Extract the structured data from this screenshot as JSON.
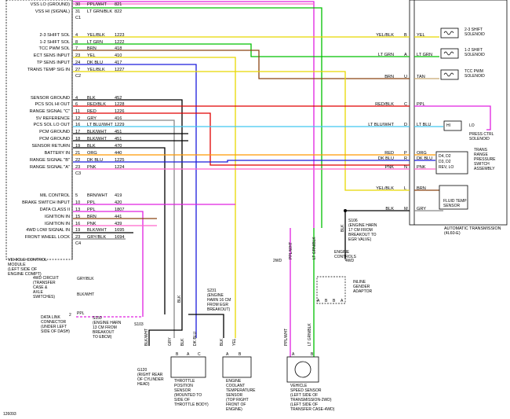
{
  "figure_id": "126093",
  "vcm": {
    "pins_top": [
      {
        "label": "VSS LO (GROUND)",
        "pin": "30",
        "wire": "PPL/WHT",
        "circuit": "821"
      },
      {
        "label": "VSS HI (SIGNAL)",
        "pin": "31",
        "wire": "LT GRN/BLK",
        "circuit": "822"
      }
    ],
    "conn_c1": "C1",
    "pins_c2": [
      {
        "label": "2-3 SHIFT SOL",
        "pin": "4",
        "wire": "YEL/BLK",
        "circuit": "1223"
      },
      {
        "label": "1-2 SHIFT SOL",
        "pin": "8",
        "wire": "LT GRN",
        "circuit": "1222"
      },
      {
        "label": "TCC PWM SOL",
        "pin": "7",
        "wire": "BRN",
        "circuit": "418"
      },
      {
        "label": "ECT SENS INPUT",
        "pin": "23",
        "wire": "YEL",
        "circuit": "410"
      },
      {
        "label": "TP SENS INPUT",
        "pin": "24",
        "wire": "DK BLU",
        "circuit": "417"
      },
      {
        "label": "TRANS TEMP SIG IN",
        "pin": "27",
        "wire": "YEL/BLK",
        "circuit": "1227"
      }
    ],
    "conn_c2": "C2",
    "pins_c3": [
      {
        "label": "SENSOR GROUND",
        "pin": "4",
        "wire": "BLK",
        "circuit": "452"
      },
      {
        "label": "PCS SOL HI OUT",
        "pin": "6",
        "wire": "RED/BLK",
        "circuit": "1228"
      },
      {
        "label": "RANGE SIGNAL \"C\"",
        "pin": "11",
        "wire": "RED",
        "circuit": "1226"
      },
      {
        "label": "5V REFERENCE",
        "pin": "12",
        "wire": "GRY",
        "circuit": "416"
      },
      {
        "label": "PCS SOL LO OUT",
        "pin": "16",
        "wire": "LT BLU/WHT",
        "circuit": "1229"
      },
      {
        "label": "PCM GROUND",
        "pin": "17",
        "wire": "BLK/WHT",
        "circuit": "451"
      },
      {
        "label": "PCM GROUND",
        "pin": "18",
        "wire": "BLK/WHT",
        "circuit": "451"
      },
      {
        "label": "SENSOR RETURN",
        "pin": "19",
        "wire": "BLK",
        "circuit": "470"
      },
      {
        "label": "BATTERY IN",
        "pin": "21",
        "wire": "ORG",
        "circuit": "440"
      },
      {
        "label": "RANGE SIGNAL \"B\"",
        "pin": "22",
        "wire": "DK BLU",
        "circuit": "1225"
      },
      {
        "label": "RANGE SIGNAL \"A\"",
        "pin": "23",
        "wire": "PNK",
        "circuit": "1224"
      }
    ],
    "conn_c3": "C3",
    "pins_c4": [
      {
        "label": "MIL CONTROL",
        "pin": "5",
        "wire": "BRN/WHT",
        "circuit": "419"
      },
      {
        "label": "BRAKE SWITCH INPUT",
        "pin": "10",
        "wire": "PPL",
        "circuit": "420"
      },
      {
        "label": "DATA CLASS II",
        "pin": "13",
        "wire": "PPL",
        "circuit": "1807"
      },
      {
        "label": "IGNITION IN",
        "pin": "15",
        "wire": "BRN",
        "circuit": "441"
      },
      {
        "label": "IGNITION IN",
        "pin": "16",
        "wire": "PNK",
        "circuit": "439"
      },
      {
        "label": "4WD LOW SIGNAL IN",
        "pin": "19",
        "wire": "BLK/WHT",
        "circuit": "1695"
      },
      {
        "label": "FRONT WHEEL LOCK",
        "pin": "23",
        "wire": "GRY/BLK",
        "circuit": "1694"
      }
    ],
    "conn_c4": "C4",
    "caption": [
      "VEHICLE CONTROL",
      "MODULE",
      "(LEFT SIDE OF",
      "ENGINE COMPT)"
    ]
  },
  "transmission": {
    "caption": [
      "AUTOMATIC TRANSMISSION",
      "(4L60-E)"
    ],
    "pins": [
      {
        "pin": "B",
        "left_wire": "YEL/BLK",
        "right_wire": "YEL"
      },
      {
        "pin": "A",
        "left_wire": "LT GRN",
        "right_wire": "LT GRN"
      },
      {
        "pin": "U",
        "left_wire": "BRN",
        "right_wire": "TAN"
      },
      {
        "pin": "C",
        "left_wire": "RED/BLK",
        "right_wire": "PPL"
      },
      {
        "pin": "D",
        "left_wire": "LT BLU/WHT",
        "right_wire": "LT BLU"
      },
      {
        "pin": "P",
        "left_wire": "RED",
        "right_wire": "ORG"
      },
      {
        "pin": "R",
        "left_wire": "DK BLU",
        "right_wire": "DK BLU"
      },
      {
        "pin": "N",
        "left_wire": "PNK",
        "right_wire": "PNK"
      },
      {
        "pin": "L",
        "left_wire": "YEL/BLK",
        "right_wire": "BRN"
      },
      {
        "pin": "M",
        "left_wire": "BLK",
        "right_wire": "GRY"
      }
    ],
    "solenoid_23": [
      "2-3 SHIFT",
      "SOLENOID"
    ],
    "solenoid_12": [
      "1-2 SHIFT",
      "SOLENOID"
    ],
    "solenoid_tcc": [
      "TCC PWM",
      "SOLENOID"
    ],
    "pcs_pins": [
      "HI",
      "LO"
    ],
    "pcs_caption": [
      "PRESS CTRL",
      "SOLENOID"
    ],
    "range_sw_pins": [
      "D4, D2",
      "D3, D2",
      "REV, LO"
    ],
    "range_sw_caption": [
      "TRANS",
      "RANGE",
      "PRESSURE",
      "SWITCH",
      "ASSEMBLY"
    ],
    "fluid_temp": [
      "FLUID TEMP",
      "SENSOR"
    ]
  },
  "splice_s106": [
    "S106",
    "(ENGINE HARN",
    "17 CM FROM",
    "BREAKOUT TO",
    "EGR VALVE)"
  ],
  "splice_s231": [
    "S231",
    "(ENGINE",
    "HARN 16 CM",
    "FROM EGR",
    "BREAKOUT)"
  ],
  "splice_s150": [
    "S150",
    "(ENGINE HARN",
    "13 CM FROM",
    "BREAKOUT",
    "TO EBCM)"
  ],
  "splice_s103": "S103",
  "engine_controls": [
    "ENGINE",
    "CONTROLS"
  ],
  "labels_2wd": "2WD",
  "labels_4wd": "4WD",
  "inline_adaptor": [
    "INLINE",
    "GENDER",
    "ADAPTOR"
  ],
  "circuit_4wd": [
    "4WD CIRCUIT",
    "(TRANSFER",
    "CASE &",
    "AXLE",
    "SWITCHES)"
  ],
  "wire_4wd_top": "GRY/BLK",
  "wire_4wd_bottom": "BLK/WHT",
  "dlc": [
    "DATA LINK",
    "CONNECTOR",
    "(UNDER LEFT",
    "SIDE OF DASH)"
  ],
  "dlc_pin": "2",
  "dlc_wire": "PPL",
  "ground_g120": [
    "G120",
    "(RIGHT REAR",
    "OF CYLINDER",
    "HEAD)"
  ],
  "wire_g120": "BLK/WHT",
  "tp_sensor": [
    "THROTTLE",
    "POSITION",
    "SENSOR",
    "(MOUNTED TO",
    "SIDE OF",
    "THROTTLE BODY)"
  ],
  "tp_pins": [
    "B",
    "A",
    "C"
  ],
  "tp_wires": [
    "GRY",
    "BLK",
    "DK BLU"
  ],
  "ect_sensor": [
    "ENGINE",
    "COOLANT",
    "TEMPERATURE",
    "SENSOR",
    "(TOP RIGHT",
    "FRONT OF",
    "ENGINE)"
  ],
  "ect_pins": [
    "A",
    "B"
  ],
  "ect_wires": [
    "BLK",
    "YEL"
  ],
  "vss": [
    "VEHICLE",
    "SPEED SENSOR",
    "(LEFT SIDE OF",
    "TRANSMISSION-2WD)",
    "(LEFT SIDE OF",
    "TRANSFER CASE-4WD)"
  ],
  "vss_pins": [
    "A",
    "B"
  ],
  "vss_wires": [
    "PPL/WHT",
    "LT GRN/BLK"
  ],
  "vert_wires": {
    "blk_top": "BLK",
    "ppl_wht": "PPL/WHT",
    "ltgrn_blk": "LT GRN/BLK",
    "blk_left": "BLK",
    "blk_s106": "BLK"
  },
  "adaptor_pins": [
    "A",
    "B",
    "B",
    "A"
  ],
  "colors": {
    "yellow": "#e8d800",
    "green": "#00c000",
    "brown": "#8b4513",
    "blue": "#1c1cdc",
    "black": "#000000",
    "red": "#e00000",
    "gray": "#888888",
    "ltblue": "#40c8f0",
    "orange": "#ff9900",
    "pink": "#ff66cc",
    "purple": "#e020e0",
    "tan": "#c8a870"
  }
}
